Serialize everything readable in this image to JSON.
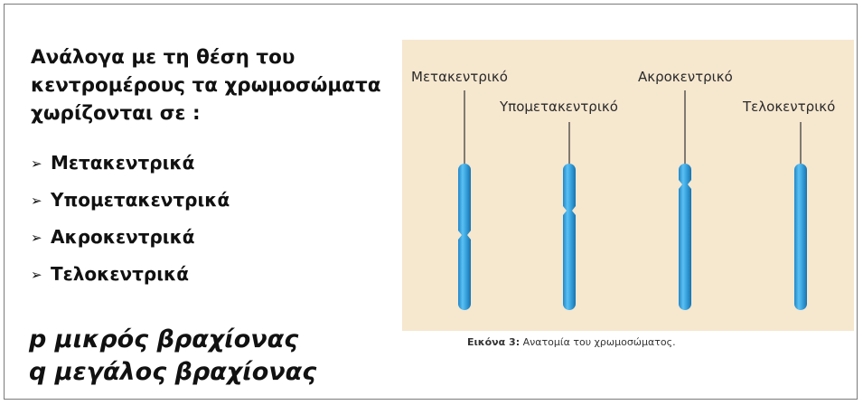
{
  "intro_lines": [
    "Ανάλογα με τη θέση του",
    "κεντρομέρους τα χρωμοσώματα",
    "χωρίζονται σε :"
  ],
  "bullet_marker": "➢",
  "bullets": [
    "Μετακεντρικά",
    "Υπομετακεντρικά",
    "Ακροκεντρικά",
    "Τελοκεντρικά"
  ],
  "arm_notes": [
    "p μικρός βραχίονας",
    "q μεγάλος βραχίονας"
  ],
  "diagram": {
    "background_color": "#f6e7cf",
    "chromosome_color": "#3aa5e0",
    "labels": [
      "Μετακεντρικό",
      "Υπομετακεντρικό",
      "Ακροκεντρικό",
      "Τελοκεντρικό"
    ]
  },
  "caption": {
    "prefix": "Εικόνα 3:",
    "text": " Ανατομία του χρωμοσώματος."
  }
}
